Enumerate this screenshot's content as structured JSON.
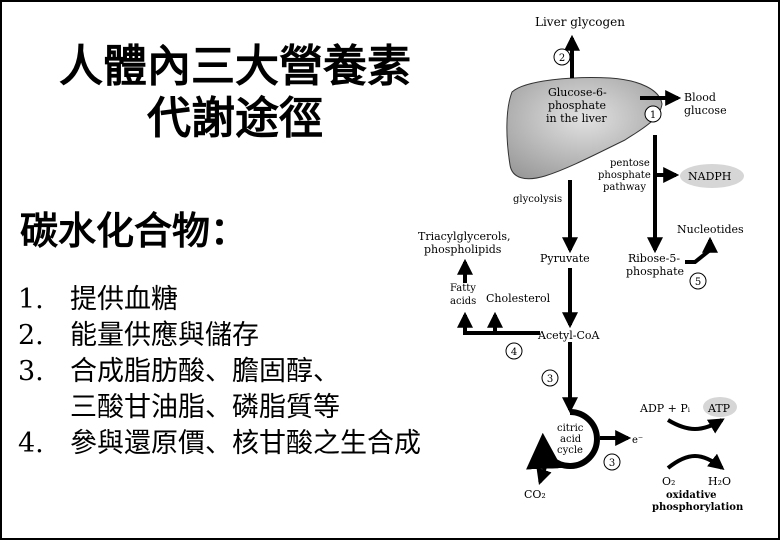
{
  "title": {
    "line1": "人體內三大營養素",
    "line2": "代謝途徑"
  },
  "section": "碳水化合物：",
  "list": [
    {
      "num": "1.",
      "text": "提供血糖"
    },
    {
      "num": "2.",
      "text": "能量供應與儲存"
    },
    {
      "num": "3.",
      "text": "合成脂肪酸、膽固醇、"
    },
    {
      "num": "",
      "text": "三酸甘油脂、磷脂質等"
    },
    {
      "num": "4.",
      "text": "參與還原價、核甘酸之生合成"
    }
  ],
  "diagram": {
    "liver_glycogen": "Liver glycogen",
    "g6p": [
      "Glucose-6-",
      "phosphate",
      "in the liver"
    ],
    "blood_glucose": [
      "Blood",
      "glucose"
    ],
    "ppp": [
      "pentose",
      "phosphate",
      "pathway"
    ],
    "nadph": "NADPH",
    "glycolysis": "glycolysis",
    "triacyl": [
      "Triacylglycerols,",
      "phospholipids"
    ],
    "pyruvate": "Pyruvate",
    "nucleotides": "Nucleotides",
    "ribose": [
      "Ribose-5-",
      "phosphate"
    ],
    "fatty": [
      "Fatty",
      "acids"
    ],
    "cholesterol": "Cholesterol",
    "acetyl": "Acetyl-CoA",
    "tca": [
      "citric",
      "acid",
      "cycle"
    ],
    "electron": "e⁻",
    "adp": "ADP + Pᵢ",
    "atp": "ATP",
    "o2": "O₂",
    "h2o": "H₂O",
    "co2": "CO₂",
    "oxphos": [
      "oxidative",
      "phosphorylation"
    ],
    "step_numbers": [
      "1",
      "2",
      "3",
      "3",
      "4",
      "5"
    ]
  }
}
